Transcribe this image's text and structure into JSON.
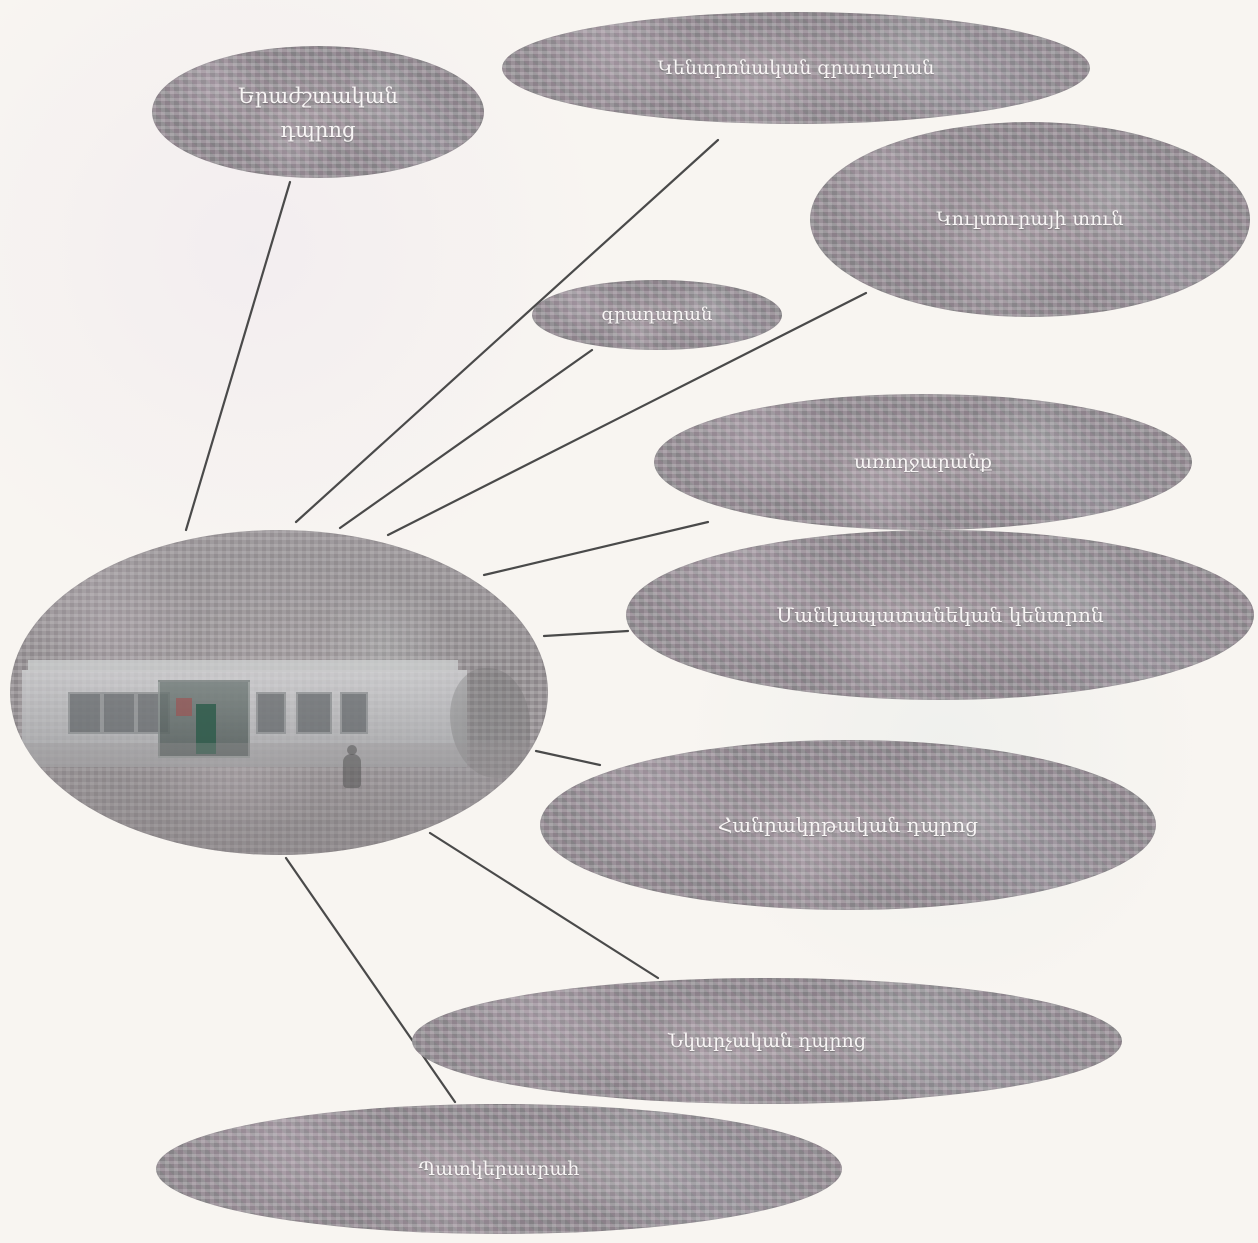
{
  "diagram": {
    "nodes": [
      {
        "id": "node_1",
        "label": "Երաժշտական\nդպրոց"
      },
      {
        "id": "node_2",
        "label": "Կենտրոնական գրադարան"
      },
      {
        "id": "node_3",
        "label": "Կուլտուրայի տուն"
      },
      {
        "id": "node_4",
        "label": "գրադարան"
      },
      {
        "id": "node_5",
        "label": "առողջարանք"
      },
      {
        "id": "node_6",
        "label": "Մանկապատանեկան կենտրոն"
      },
      {
        "id": "node_7",
        "label": "Հանրակրթական դպրոց"
      },
      {
        "id": "node_8",
        "label": "Նկարչական դպրոց"
      },
      {
        "id": "node_9",
        "label": "Պատկերասրահ"
      }
    ]
  }
}
